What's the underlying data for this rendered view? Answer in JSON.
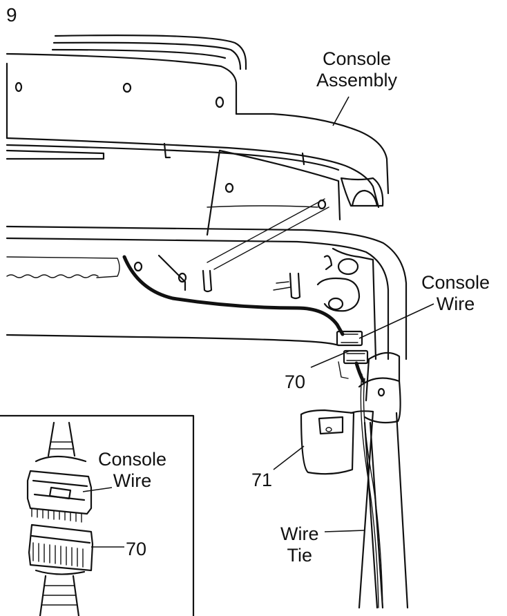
{
  "step_number": "9",
  "labels": {
    "console_assembly": [
      "Console",
      "Assembly"
    ],
    "console_wire": [
      "Console",
      "Wire"
    ],
    "part_70": "70",
    "part_71": "71",
    "wire_tie": [
      "Wire",
      "Tie"
    ],
    "inset_console_wire": [
      "Console",
      "Wire"
    ],
    "inset_part_70": "70"
  },
  "colors": {
    "line": "#111111",
    "background": "#ffffff"
  }
}
